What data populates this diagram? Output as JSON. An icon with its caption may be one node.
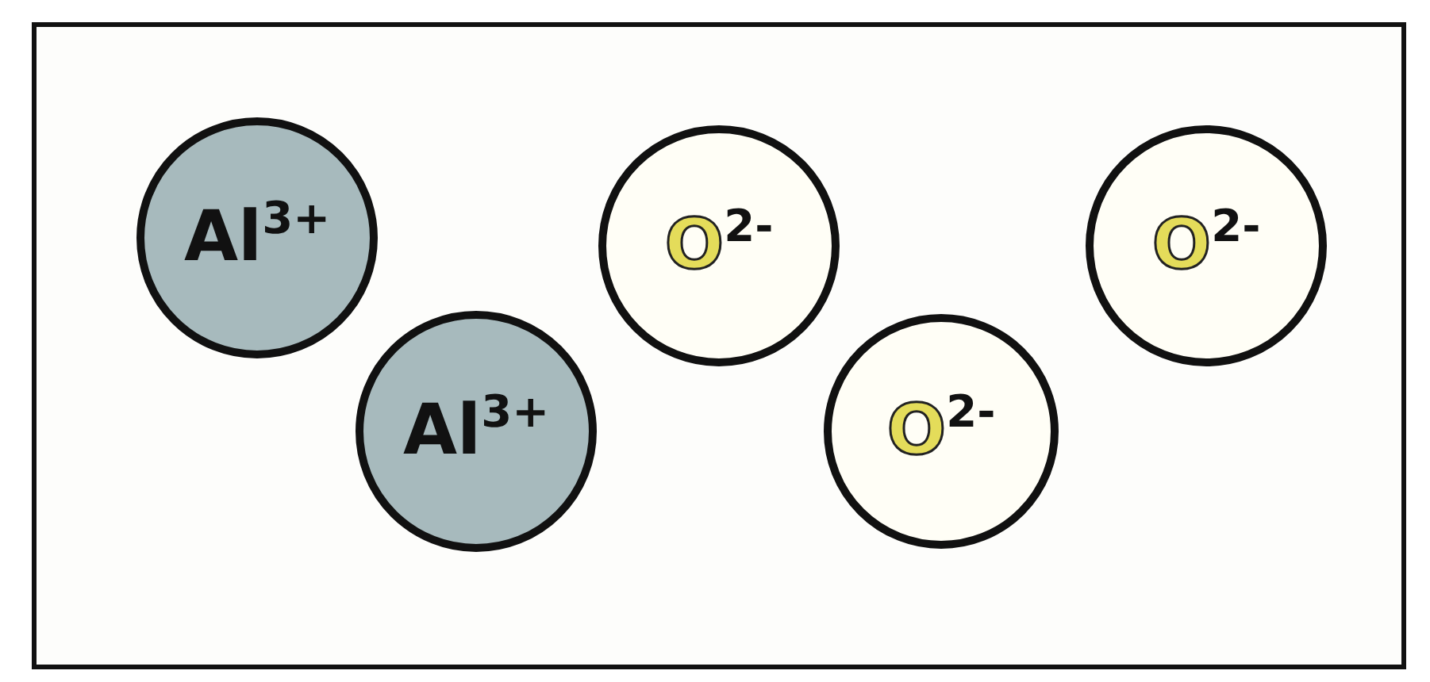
{
  "diagram": {
    "nodes": [
      {
        "text": [
          "Al$^{3+}$"
        ]
      },
      {
        "text": [
          "O$^{2-}$"
        ]
      },
      {
        "text": [
          "O$^{2-}$"
        ]
      },
      {
        "text": [
          "Al$^{3+}$"
        ]
      },
      {
        "text": [
          "O$^{2-}$"
        ]
      }
    ],
    "edges": []
  }
}
